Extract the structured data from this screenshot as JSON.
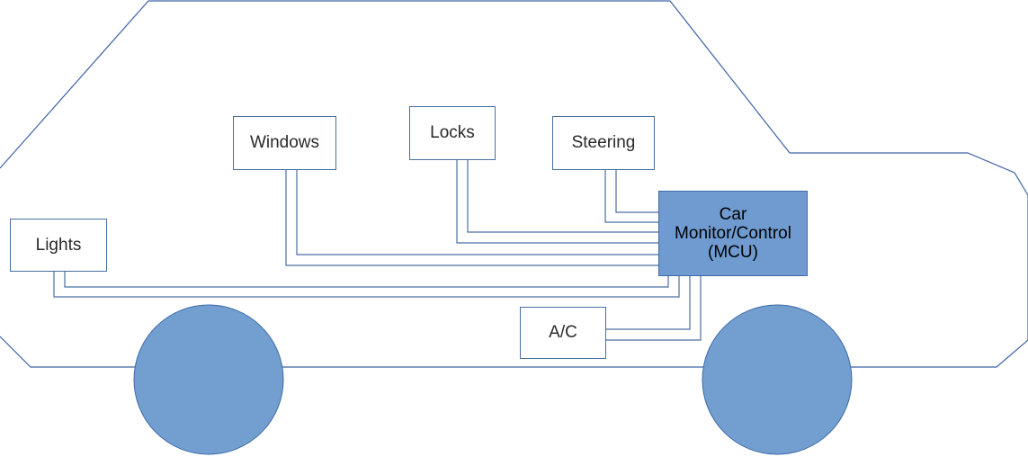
{
  "components": {
    "windows": "Windows",
    "locks": "Locks",
    "steering": "Steering",
    "lights": "Lights",
    "ac": "A/C",
    "mcu": "Car\nMonitor/Control\n(MCU)"
  },
  "colors": {
    "outline": "#3f63a6",
    "wheel_fill": "#729fcf",
    "wheel_stroke": "#3d6aa8",
    "mcu_fill": "#6f9bd0",
    "wire": "#4a6fa0"
  }
}
